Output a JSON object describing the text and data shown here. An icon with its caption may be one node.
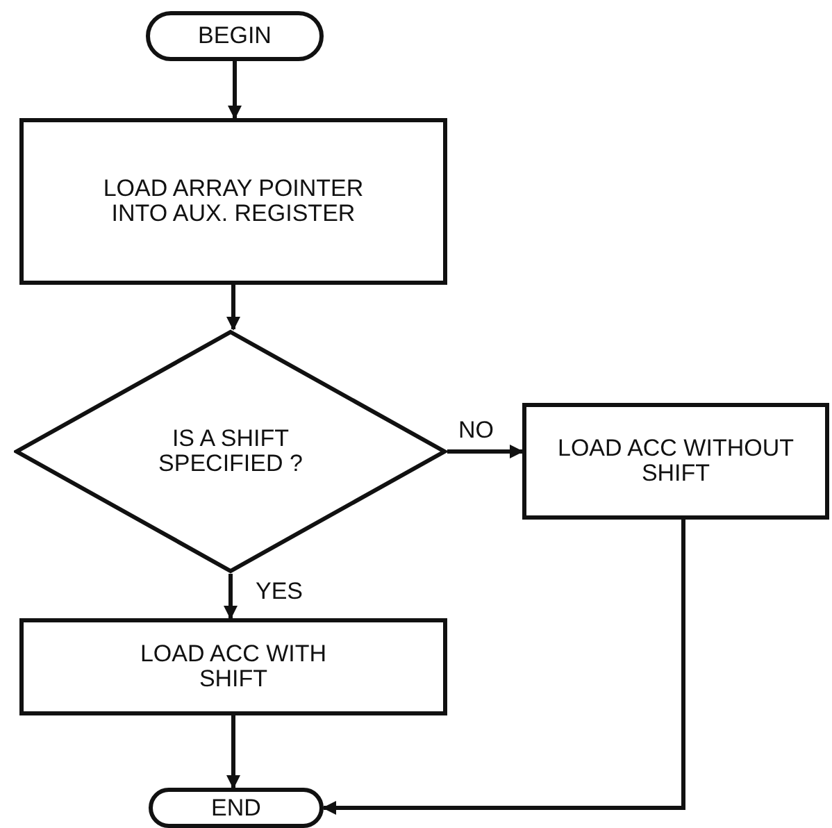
{
  "diagram": {
    "nodes": [
      {
        "text": [
          "BEGIN"
        ]
      },
      {
        "text": [
          "LOAD ARRAY POINTER INTO AUX. REGISTER"
        ]
      },
      {
        "text": [
          "IS A SHIFT SPECIFIED ?"
        ]
      },
      {
        "text": [
          "LOAD ACC WITHOUT SHIFT"
        ]
      },
      {
        "text": [
          "LOAD ACC WITH SHIFT"
        ]
      },
      {
        "text": [
          "END"
        ]
      }
    ],
    "edges": [
      {
        "from": 0,
        "to": 1,
        "arrow": "to"
      },
      {
        "from": 1,
        "to": 2,
        "arrow": "to"
      },
      {
        "from": 2,
        "to": 3,
        "arrow": "to",
        "label": "NO"
      },
      {
        "from": 2,
        "to": 4,
        "arrow": "to",
        "label": "YES"
      },
      {
        "from": 4,
        "to": 5,
        "arrow": "to"
      },
      {
        "from": 3,
        "to": 5,
        "arrow": "to"
      }
    ]
  }
}
